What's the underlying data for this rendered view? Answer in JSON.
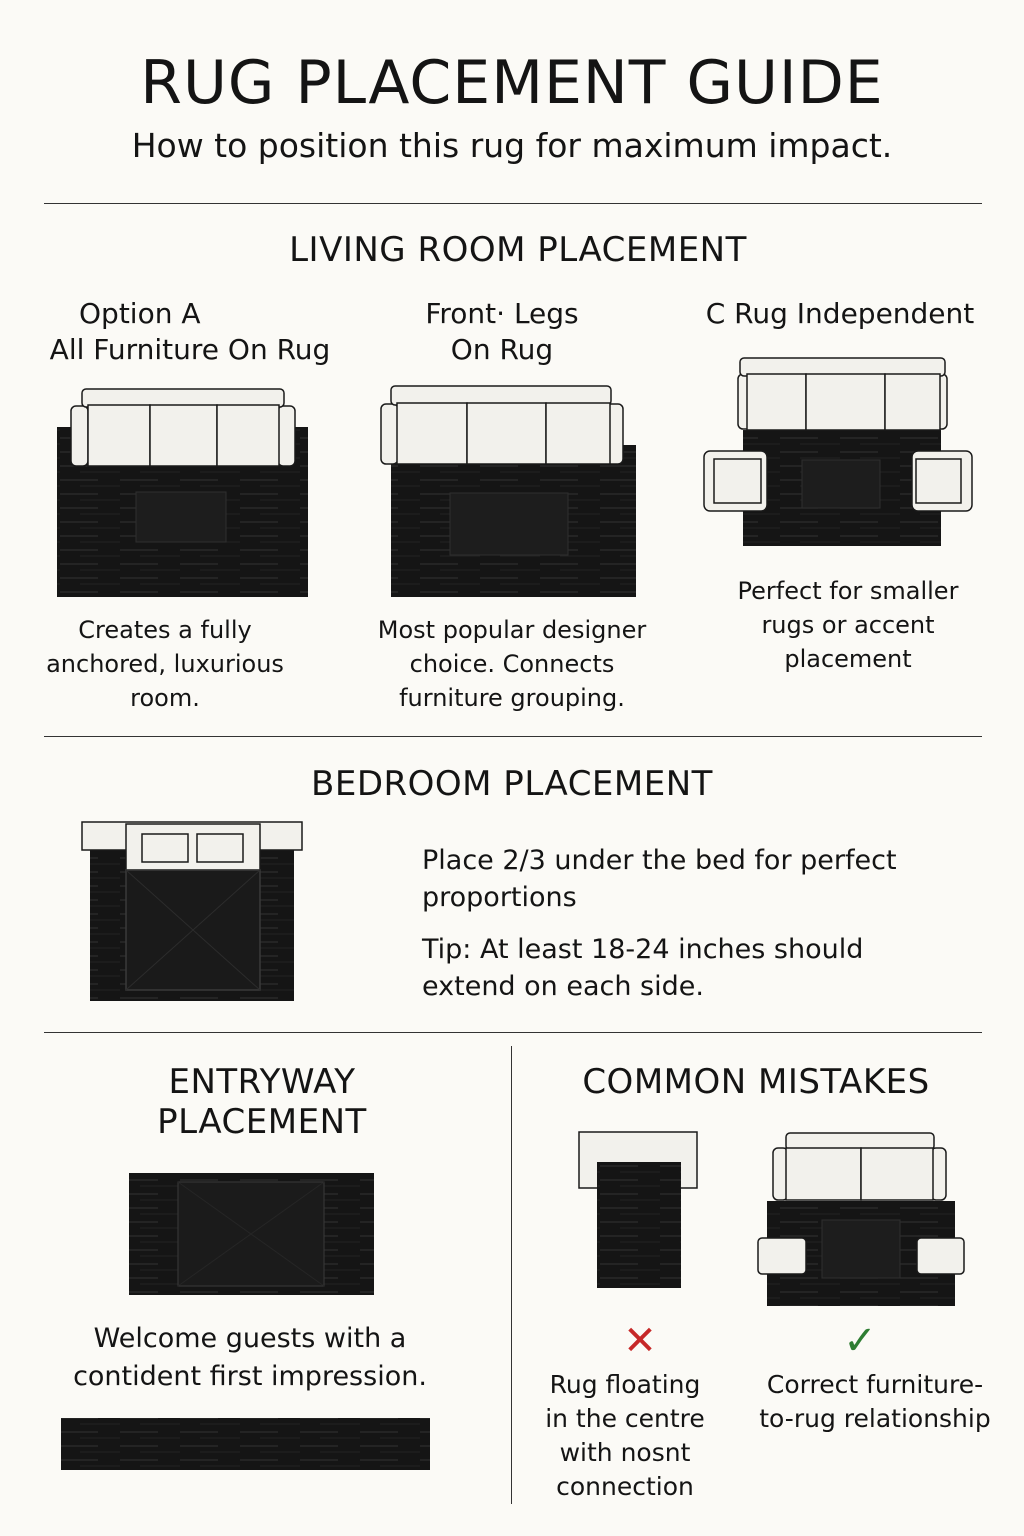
{
  "header": {
    "title": "RUG PLACEMENT GUIDE",
    "subtitle": "How to position this rug for maximum impact."
  },
  "living_room": {
    "heading": "LIVING ROOM PLACEMENT",
    "options": [
      {
        "title_line1": "Option A",
        "title_line2": "All Furniture On Rug",
        "caption_line1": "Creates a fully",
        "caption_line2": "anchored, luxurious",
        "caption_line3": "room."
      },
      {
        "title_line1": "Front· Legs",
        "title_line2": "On Rug",
        "caption_line1": "Most popular designer",
        "caption_line2": "choice. Connects",
        "caption_line3": "furniture grouping."
      },
      {
        "title_line1": "C  Rug Independent",
        "title_line2": "",
        "caption_line1": "Perfect for smaller",
        "caption_line2": "rugs or accent",
        "caption_line3": "placement"
      }
    ]
  },
  "bedroom": {
    "heading": "BEDROOM PLACEMENT",
    "text_line1": "Place 2/3 under the bed for perfect",
    "text_line2": "proportions",
    "tip_line1": "Tip: At least 18-24 inches should",
    "tip_line2": "extend on each side."
  },
  "entryway": {
    "heading_line1": "ENTRYWAY",
    "heading_line2": "PLACEMENT",
    "caption_line1": "Welcome guests with a",
    "caption_line2": "contident first impression."
  },
  "mistakes": {
    "heading": "COMMON MISTAKES",
    "wrong_mark": "✕",
    "right_mark": "✓",
    "wrong_line1": "Rug floating",
    "wrong_line2": "in the centre",
    "wrong_line3": "with nosnt",
    "wrong_line4": "connection",
    "right_line1": "Correct furniture-",
    "right_line2": "to-rug relationship"
  },
  "colors": {
    "rug": "#151515",
    "rug_inner": "#262626",
    "furniture": "#f2f1ec",
    "wrong": "#c62828",
    "right": "#2e7d32"
  }
}
